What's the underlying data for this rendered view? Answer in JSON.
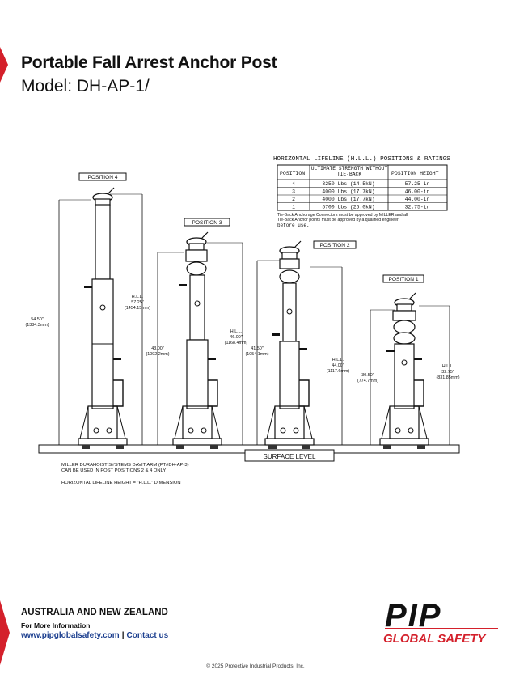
{
  "header": {
    "title": "Portable Fall Arrest Anchor Post",
    "subtitle": "Model: DH-AP-1/"
  },
  "drawing": {
    "table": {
      "title": "HORIZONTAL LIFELINE (H.L.L.) POSITIONS & RATINGS",
      "headers": [
        "POSITION",
        "ULTIMATE STRENGTH WITHOUT TIE-BACK",
        "POSITION HEIGHT"
      ],
      "rows": [
        [
          "4",
          "3250 Lbs (14.5kN)",
          "57.25-in"
        ],
        [
          "3",
          "4000 Lbs (17.7kN)",
          "46.00-in"
        ],
        [
          "2",
          "4000 Lbs (17.7kN)",
          "44.00-in"
        ],
        [
          "1",
          "5700 Lbs (25.0kN)",
          "32.75-in"
        ]
      ],
      "note_line1": "Tie-Back Anchorage Connectors must be approved by MILLER and all",
      "note_line2": "Tie-Back Anchor points must be approved by a qualified engineer",
      "note_line3": "before use."
    },
    "positions": {
      "p4": {
        "label": "POSITION 4",
        "overall": "54.50\"",
        "overall_mm": "(1384.3mm)",
        "hll": "H.L.L.",
        "hll_in": "57.25\"",
        "hll_mm": "(1454.15mm)"
      },
      "p3": {
        "label": "POSITION 3",
        "overall": "43.00\"",
        "overall_mm": "(1092.2mm)",
        "hll": "H.L.L.",
        "hll_in": "46.00\"",
        "hll_mm": "(1168.4mm)"
      },
      "p2": {
        "label": "POSITION 2",
        "overall": "41.50\"",
        "overall_mm": "(1054.1mm)",
        "hll": "H.L.L.",
        "hll_in": "44.00\"",
        "hll_mm": "(1117.6mm)"
      },
      "p1": {
        "label": "POSITION 1",
        "overall": "30.50\"",
        "overall_mm": "(774.7mm)",
        "hll": "H.L.L.",
        "hll_in": "32.75\"",
        "hll_mm": "(831.85mm)"
      }
    },
    "surface_level": "SURFACE LEVEL",
    "note_davit_line1": "MILLER DURAHOIST SYSTEMS DAVIT ARM (PT#DH-AP-3)",
    "note_davit_line2": "CAN BE USED IN POST POSITIONS 2 & 4 ONLY",
    "note_hll": "HORIZONTAL LIFELINE HEIGHT = \"H.L.L.\" DIMENSION"
  },
  "footer": {
    "region": "AUSTRALIA AND NEW ZEALAND",
    "more_info": "For More Information",
    "website": "www.pipglobalsafety.com",
    "separator": "|",
    "contact": "Contact us",
    "logo_main": "PIP",
    "logo_sub": "GLOBAL SAFETY",
    "copyright": "© 2025 Protective Industrial Products, Inc."
  },
  "colors": {
    "brand_red": "#d4202b",
    "link_blue": "#1c3f8f"
  }
}
